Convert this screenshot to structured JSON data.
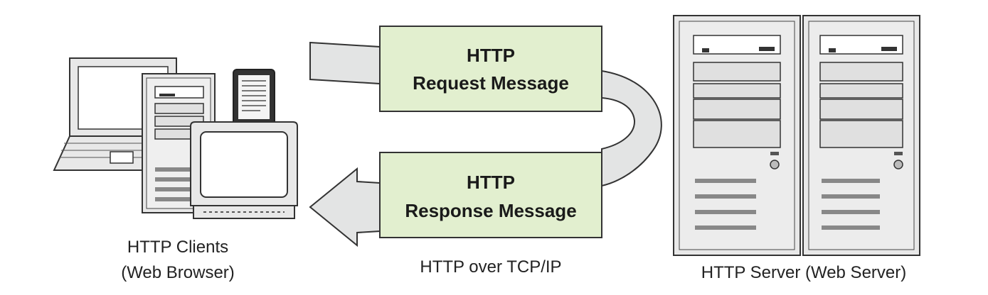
{
  "request_box": {
    "line1": "HTTP",
    "line2": "Request Message"
  },
  "response_box": {
    "line1": "HTTP",
    "line2": "Response Message"
  },
  "labels": {
    "clients_line1": "HTTP Clients",
    "clients_line2": "(Web Browser)",
    "transport": "HTTP over TCP/IP",
    "server": "HTTP Server (Web Server)"
  },
  "colors": {
    "message_box_fill": "#e2efcf",
    "arrow_fill": "#e3e4e4",
    "device_fill": "#e8e8e8",
    "outline": "#333333"
  },
  "icons": {
    "client": [
      "laptop-icon",
      "desktop-tower-icon",
      "e-reader-icon",
      "crt-monitor-icon"
    ],
    "server": [
      "server-tower-icon",
      "server-tower-icon"
    ]
  }
}
